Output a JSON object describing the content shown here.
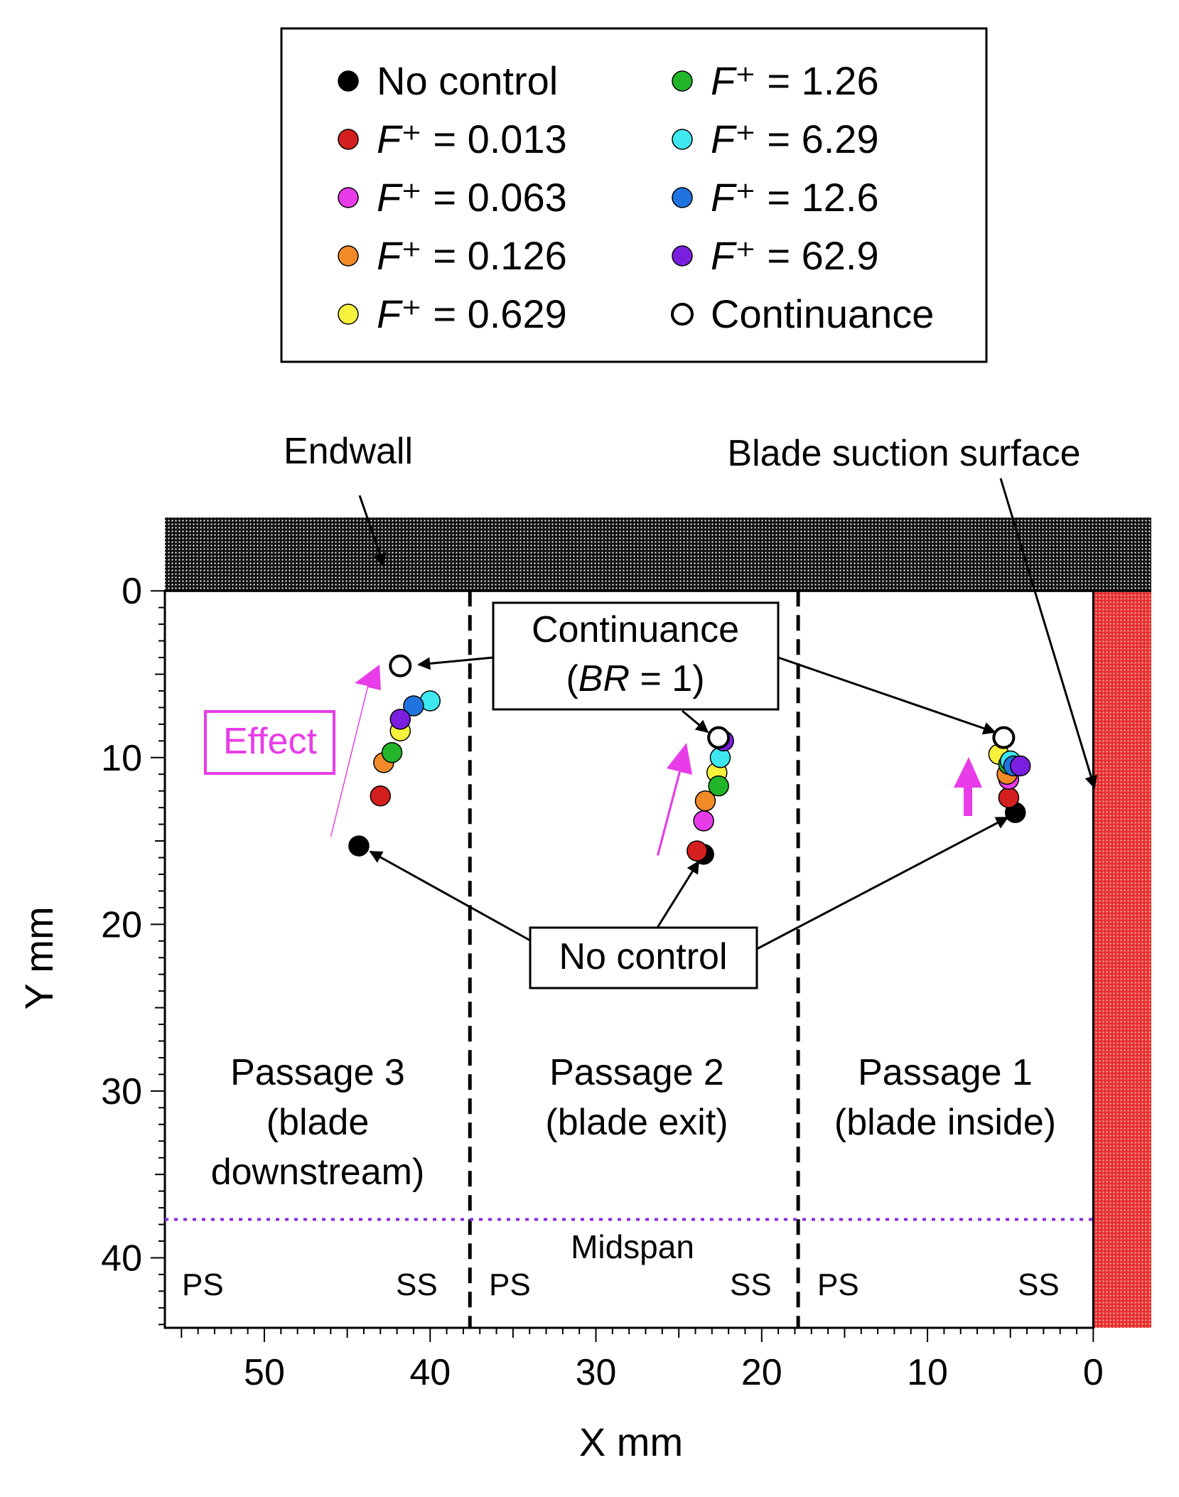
{
  "chart_data": {
    "type": "scatter",
    "xlabel": "X mm",
    "ylabel": "Y mm",
    "xlim": [
      56,
      -3.5
    ],
    "ylim": [
      -4.4,
      44.2
    ],
    "x_inverted": true,
    "y_inverted": true,
    "xticks": [
      50,
      40,
      30,
      20,
      10,
      0
    ],
    "xtick_labels": [
      "50",
      "40",
      "30",
      "20",
      "10",
      "0"
    ],
    "yticks": [
      0,
      10,
      20,
      30,
      40
    ],
    "ytick_labels": [
      "0",
      "10",
      "20",
      "30",
      "40"
    ],
    "legend": {
      "placement": "top",
      "entries": [
        {
          "key": "no_control",
          "italic": "",
          "label": "No control",
          "color": "#000000",
          "hollow": false
        },
        {
          "key": "f0013",
          "italic": "F",
          "label": "⁺ = 0.013",
          "color": "#d41f1f",
          "hollow": false
        },
        {
          "key": "f0063",
          "italic": "F",
          "label": "⁺ = 0.063",
          "color": "#e83ce8",
          "hollow": false
        },
        {
          "key": "f0126",
          "italic": "F",
          "label": "⁺ = 0.126",
          "color": "#f28a28",
          "hollow": false
        },
        {
          "key": "f0629",
          "italic": "F",
          "label": "⁺ = 0.629",
          "color": "#f7f23c",
          "hollow": false
        },
        {
          "key": "f126",
          "italic": "F",
          "label": "⁺ = 1.26",
          "color": "#22b52a",
          "hollow": false
        },
        {
          "key": "f629",
          "italic": "F",
          "label": "⁺ = 6.29",
          "color": "#3fe8f0",
          "hollow": false
        },
        {
          "key": "f126b",
          "italic": "F",
          "label": "⁺ = 12.6",
          "color": "#1f74e0",
          "hollow": false
        },
        {
          "key": "f629b",
          "italic": "F",
          "label": "⁺ = 62.9",
          "color": "#7a1fe0",
          "hollow": false
        },
        {
          "key": "continuance",
          "italic": "",
          "label": "Continuance",
          "color": "#ffffff",
          "hollow": true
        }
      ]
    },
    "series": [
      {
        "name": "No control",
        "key": "no_control",
        "points": [
          [
            44.3,
            15.3
          ],
          [
            23.5,
            15.8
          ],
          [
            4.7,
            13.3
          ]
        ]
      },
      {
        "name": "F⁺ = 0.013",
        "key": "f0013",
        "points": [
          [
            43.0,
            12.3
          ],
          [
            23.9,
            15.6
          ],
          [
            5.1,
            12.4
          ]
        ]
      },
      {
        "name": "F⁺ = 0.063",
        "key": "f0063",
        "points": [
          [
            23.5,
            13.8
          ],
          [
            5.1,
            11.3
          ]
        ]
      },
      {
        "name": "F⁺ = 0.126",
        "key": "f0126",
        "points": [
          [
            42.8,
            10.3
          ],
          [
            23.4,
            12.6
          ],
          [
            5.2,
            11.0
          ]
        ]
      },
      {
        "name": "F⁺ = 0.629",
        "key": "f0629",
        "points": [
          [
            41.8,
            8.4
          ],
          [
            22.7,
            10.9
          ],
          [
            5.7,
            9.8
          ]
        ]
      },
      {
        "name": "F⁺ = 1.26",
        "key": "f126",
        "points": [
          [
            42.3,
            9.7
          ],
          [
            22.6,
            11.7
          ],
          [
            5.1,
            10.4
          ]
        ]
      },
      {
        "name": "F⁺ = 6.29",
        "key": "f629",
        "points": [
          [
            40.0,
            6.6
          ],
          [
            22.5,
            10.0
          ],
          [
            5.0,
            10.2
          ]
        ]
      },
      {
        "name": "F⁺ = 12.6",
        "key": "f126b",
        "points": [
          [
            41.0,
            6.9
          ],
          [
            4.8,
            10.5
          ]
        ]
      },
      {
        "name": "F⁺ = 62.9",
        "key": "f629b",
        "points": [
          [
            41.8,
            7.7
          ],
          [
            22.3,
            9.0
          ],
          [
            4.4,
            10.5
          ]
        ]
      },
      {
        "name": "Continuance",
        "key": "continuance",
        "points": [
          [
            41.8,
            4.5
          ],
          [
            22.6,
            8.8
          ],
          [
            5.4,
            8.8
          ]
        ]
      }
    ],
    "regions": {
      "endwall": {
        "label": "Endwall",
        "y_from": -4.4,
        "y_to": 0
      },
      "blade_suction_surface": {
        "label": "Blade suction surface",
        "x_from": 0,
        "x_to": -3.5
      },
      "passage_dividers_x": [
        37.6,
        17.8
      ],
      "midspan": {
        "label": "Midspan",
        "y": 37.7
      }
    },
    "annotations": {
      "continuance_box": {
        "line1": "Continuance",
        "line2_open": "(",
        "line2_italic": "BR",
        "line2_rest": " = 1)"
      },
      "no_control_box": "No control",
      "effect_label": "Effect",
      "passages": [
        {
          "lines": [
            "Passage 3",
            "(blade",
            "downstream)"
          ]
        },
        {
          "lines": [
            "Passage 2",
            "(blade exit)"
          ]
        },
        {
          "lines": [
            "Passage 1",
            "(blade inside)"
          ]
        }
      ],
      "ps_label": "PS",
      "ss_label": "SS"
    }
  }
}
